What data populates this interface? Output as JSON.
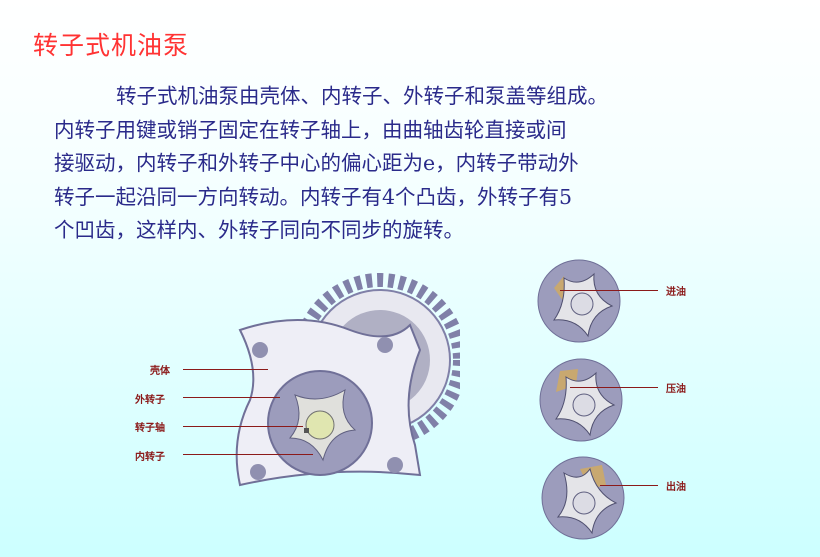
{
  "title": "转子式机油泵",
  "paragraph_lines": [
    "转子式机油泵由壳体、内转子、外转子和泵盖等组成。",
    "内转子用键或销子固定在转子轴上，由曲轴齿轮直接或间",
    "接驱动，内转子和外转子中心的偏心距为e，内转子带动外",
    "转子一起沿同一方向转动。内转子有4个凸齿，外转子有5",
    "个凹齿，这样内、外转子同向不同步的旋转。"
  ],
  "pump_labels": [
    "壳体",
    "外转子",
    "转子轴",
    "内转子"
  ],
  "stage_labels": [
    "进油",
    "压油",
    "出油"
  ]
}
